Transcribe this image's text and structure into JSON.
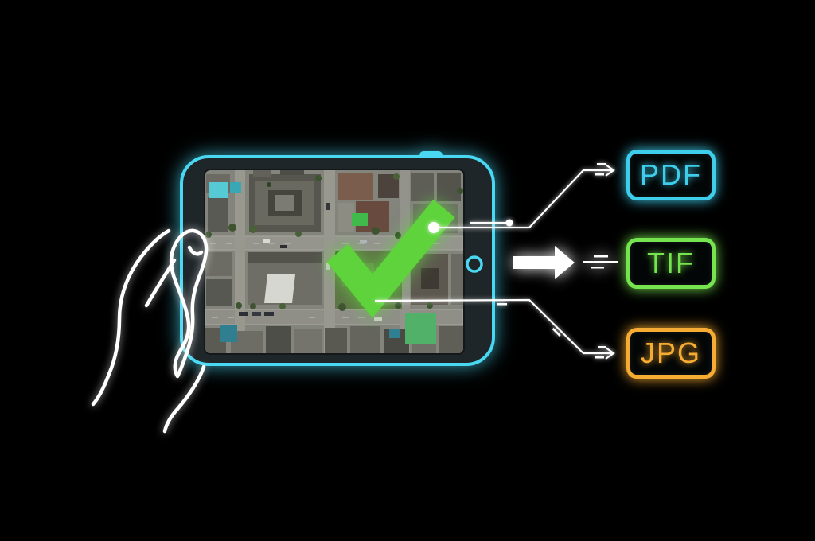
{
  "meta": {
    "description": "Neon illustration: a hand holds a tablet showing an aerial city map marked with a large green checkmark; connector lines and an arrow export the map to file format badges."
  },
  "export_formats": [
    {
      "label": "PDF",
      "color": "#3ecdeb"
    },
    {
      "label": "TIF",
      "color": "#76e44e"
    },
    {
      "label": "JPG",
      "color": "#f6ab32"
    }
  ],
  "colors": {
    "background": "#000000",
    "tablet_frame": "#49d7f2",
    "checkmark": "#5ed33b",
    "connector": "#ffffff",
    "arrow": "#ffffff",
    "hand": "#ffffff",
    "pdf": "#3ecdeb",
    "tif": "#76e44e",
    "jpg": "#f6ab32",
    "overlay_cyan": "#55cad4",
    "overlay_teal": "#3aa7b7",
    "overlay_teal_dark": "#2f7f90",
    "overlay_green": "#52b168",
    "overlay_green_small": "#3fba4b"
  },
  "icons": {
    "checkmark": "checkmark-icon",
    "big_arrow": "arrow-right-icon",
    "connector_arrowheads": "arrowhead-icon",
    "hand": "hand-outline-icon",
    "camera": "camera-dot-icon"
  }
}
